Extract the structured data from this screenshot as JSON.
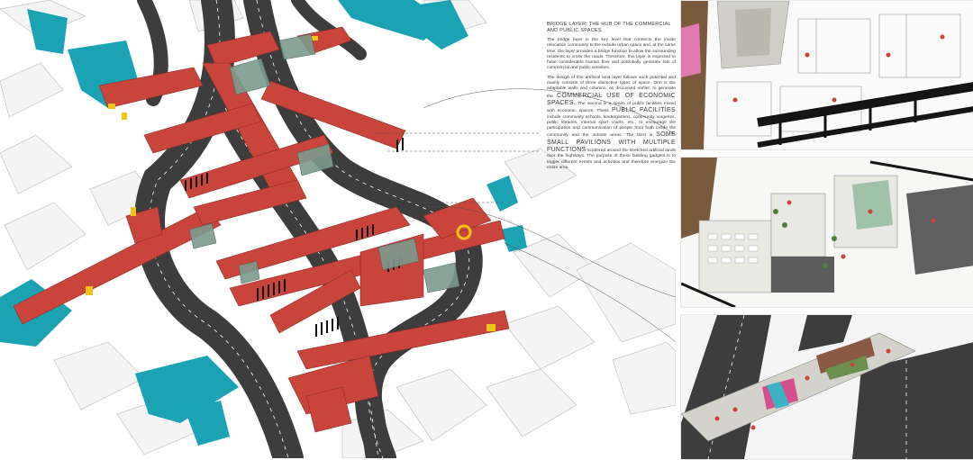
{
  "text_panel": {
    "title": "BRIDGE LAYER: THE HUB OF THE COMMERCIAL AND PUBLIC SPACES",
    "para1": "The bridge layer is the key level that connects the inside relocation community to the outside urban space and, at the same time, the layer provides a bridge function to allow the surrounding residents to cross the roads. Therefore, this layer is expected to have considerable human flow and potentially generate lots of commercial and public activities.",
    "para2_a": "The design of this artificial land layer follows such potential and mainly consists of three distinctive types of space. One is the adaptable walls and columns, as discussed earlier, to generate the",
    "hl1": "COMMERCIAL USE OF ECONOMIC SPACES.",
    "para2_b": "The second is a series of public facilities mixed with economic spaces. These",
    "hl2": "PUBLIC FACILITIES",
    "para2_c": "include community schools, kindergartens, community surgeries, public libraries, internal sport courts, etc., to encourage the participation and communication of people from both inside the community and the outside areas. The third is",
    "hl3": "SOME SMALL PAVILIONS WITH MULTIPLE FUNCTIONS",
    "para2_d": "scattered around the stretched artificial lands over the highways. The purpose of these building gadgets is to trigger different events and activities and therefore energize the entire area."
  },
  "colors": {
    "bridge_red": "#c9453c",
    "water_teal": "#1ba3b3",
    "road_dark": "#3d3d3d",
    "accent_yellow": "#f2c417",
    "building_line": "#bdbdbd"
  }
}
